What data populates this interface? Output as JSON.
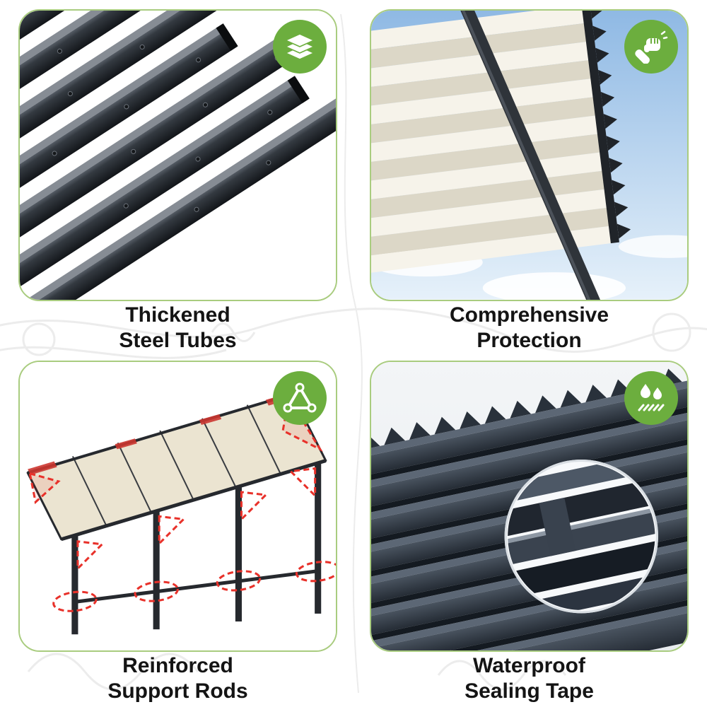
{
  "colors": {
    "green": "#6cae3e",
    "green-border": "#a9cc7f",
    "red": "#e8312a",
    "text": "#141414"
  },
  "features": [
    {
      "title_line1": "Thickened",
      "title_line2": "Steel Tubes",
      "icon": "stacked-layers-icon"
    },
    {
      "title_line1": "Comprehensive",
      "title_line2": "Protection",
      "icon": "punch-fist-icon"
    },
    {
      "title_line1": "Reinforced",
      "title_line2": "Support Rods",
      "icon": "truss-triangle-icon"
    },
    {
      "title_line1": "Waterproof",
      "title_line2": "Sealing Tape",
      "icon": "water-drops-icon"
    }
  ]
}
